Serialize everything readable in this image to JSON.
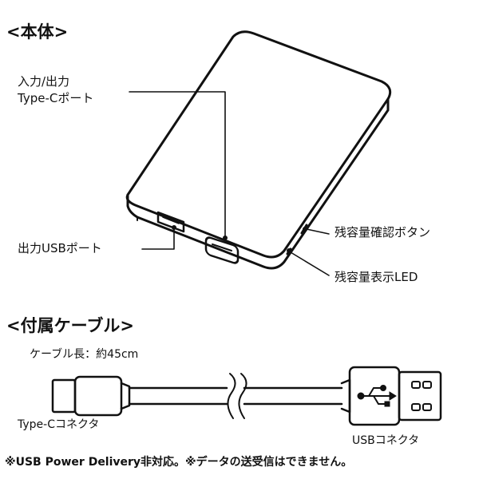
{
  "sections": {
    "body_heading": "<本体>",
    "accessory_heading": "<付属ケーブル>"
  },
  "callouts": {
    "port_io_line1": "入力/出力",
    "port_io_line2": "Type-Cポート",
    "port_usb_out": "出力USBポート",
    "button_check": "残容量確認ボタン",
    "led_indicator": "残容量表示LED"
  },
  "cable": {
    "length_label": "ケーブル長：約45cm",
    "typec_label": "Type-Cコネクタ",
    "usb_label": "USBコネクタ",
    "usb_symbol_icon": "usb-trident-icon"
  },
  "footer_note": "※USB Power Delivery非対応。※データの送受信はできません。",
  "colors": {
    "line": "#111111",
    "background": "#ffffff"
  }
}
